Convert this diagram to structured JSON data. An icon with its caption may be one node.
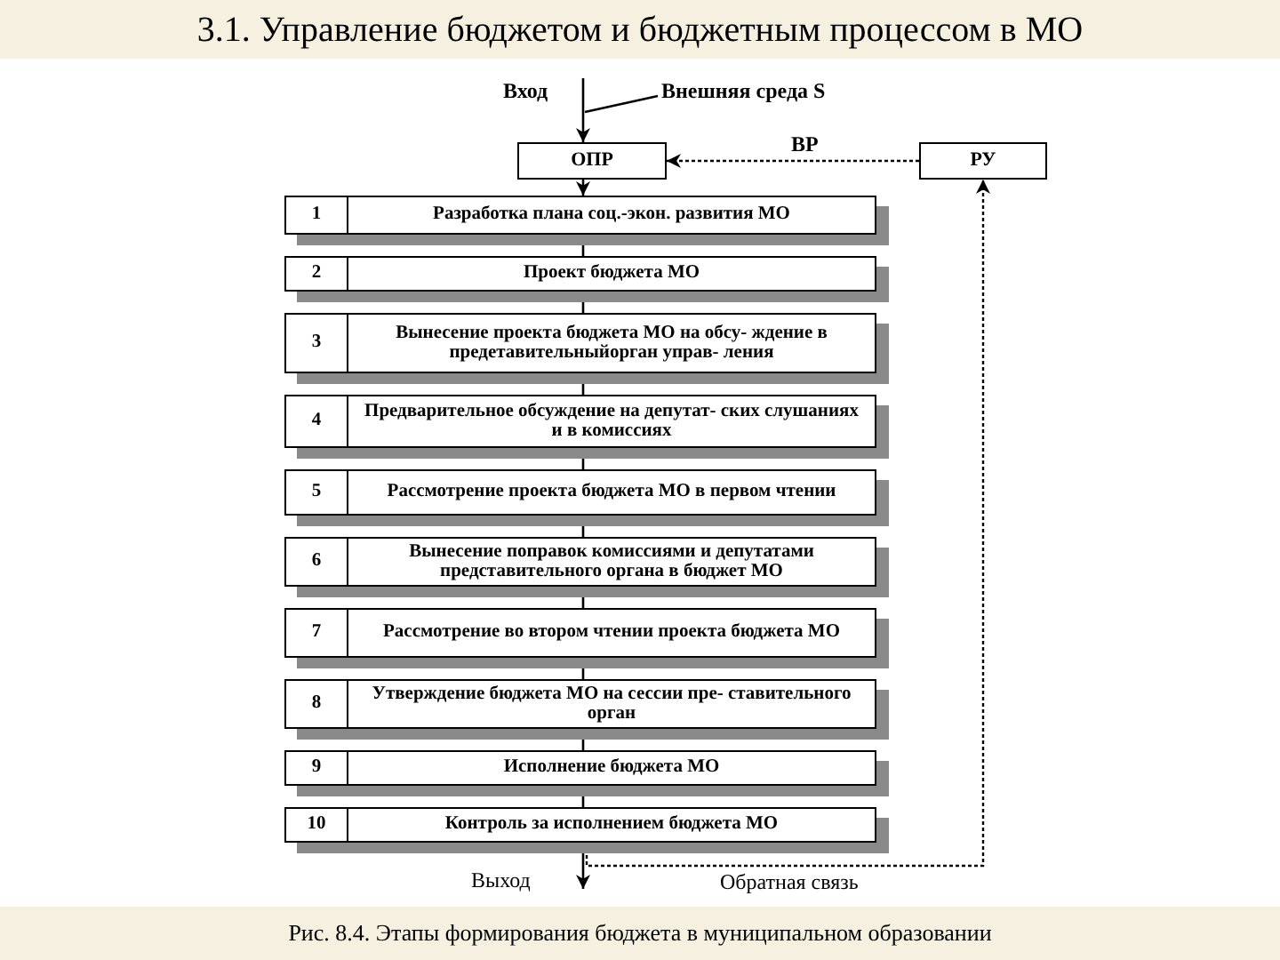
{
  "diagram": {
    "title": "3.1. Управление бюджетом и бюджетным процессом в МО",
    "caption": "Рис. 8.4. Этапы формирования бюджета в муниципальном образовании",
    "nodes": [
      {
        "text": [
          "ОПР"
        ]
      },
      {
        "text": [
          "РУ"
        ]
      },
      {
        "text": [
          "1",
          "Разработка плана соц.-экон. развития МО"
        ]
      },
      {
        "text": [
          "2",
          "Проект бюджета МО"
        ]
      },
      {
        "text": [
          "3",
          "Вынесение проекта бюджета МО на обсу- ждение в предетавительныйорган управ- ления"
        ]
      },
      {
        "text": [
          "4",
          "Предварительное обсуждение на депутат- ских слушаниях и в комиссиях"
        ]
      },
      {
        "text": [
          "5",
          "Рассмотрение проекта бюджета МО в первом чтении"
        ]
      },
      {
        "text": [
          "6",
          "Вынесение поправок комиссиями и депутатами представительного органа в бюджет МО"
        ]
      },
      {
        "text": [
          "7",
          "Рассмотрение во втором чтении проекта бюджета МО"
        ]
      },
      {
        "text": [
          "8",
          "Утверждение бюджета МО на сессии пре- ставительного орган"
        ]
      },
      {
        "text": [
          "9",
          "Исполнение бюджета МО"
        ]
      },
      {
        "text": [
          "10",
          "Контроль за исполнением бюджета МО"
        ]
      },
      {
        "text": [
          "Внешняя среда S"
        ]
      }
    ],
    "edges": [
      {
        "from": null,
        "to": 0,
        "arrow": "to"
      },
      {
        "from": 12,
        "to": null,
        "arrow": "none"
      },
      {
        "from": 0,
        "to": 2,
        "arrow": "to"
      },
      {
        "from": 2,
        "to": 3,
        "arrow": "none"
      },
      {
        "from": 3,
        "to": 4,
        "arrow": "none"
      },
      {
        "from": 4,
        "to": 5,
        "arrow": "none"
      },
      {
        "from": 5,
        "to": 6,
        "arrow": "none"
      },
      {
        "from": 6,
        "to": 7,
        "arrow": "none"
      },
      {
        "from": 7,
        "to": 8,
        "arrow": "none"
      },
      {
        "from": 8,
        "to": 9,
        "arrow": "none"
      },
      {
        "from": 9,
        "to": 10,
        "arrow": "none"
      },
      {
        "from": 10,
        "to": 11,
        "arrow": "none"
      },
      {
        "from": 11,
        "to": null,
        "arrow": "to"
      },
      {
        "from": 11,
        "to": 1,
        "arrow": "to",
        "style": "dashed",
        "label": "Обратная связь"
      },
      {
        "from": 1,
        "to": 0,
        "arrow": "to",
        "style": "dashed",
        "label": "ВР"
      }
    ],
    "labels": [
      "Вход",
      "Выход"
    ]
  }
}
